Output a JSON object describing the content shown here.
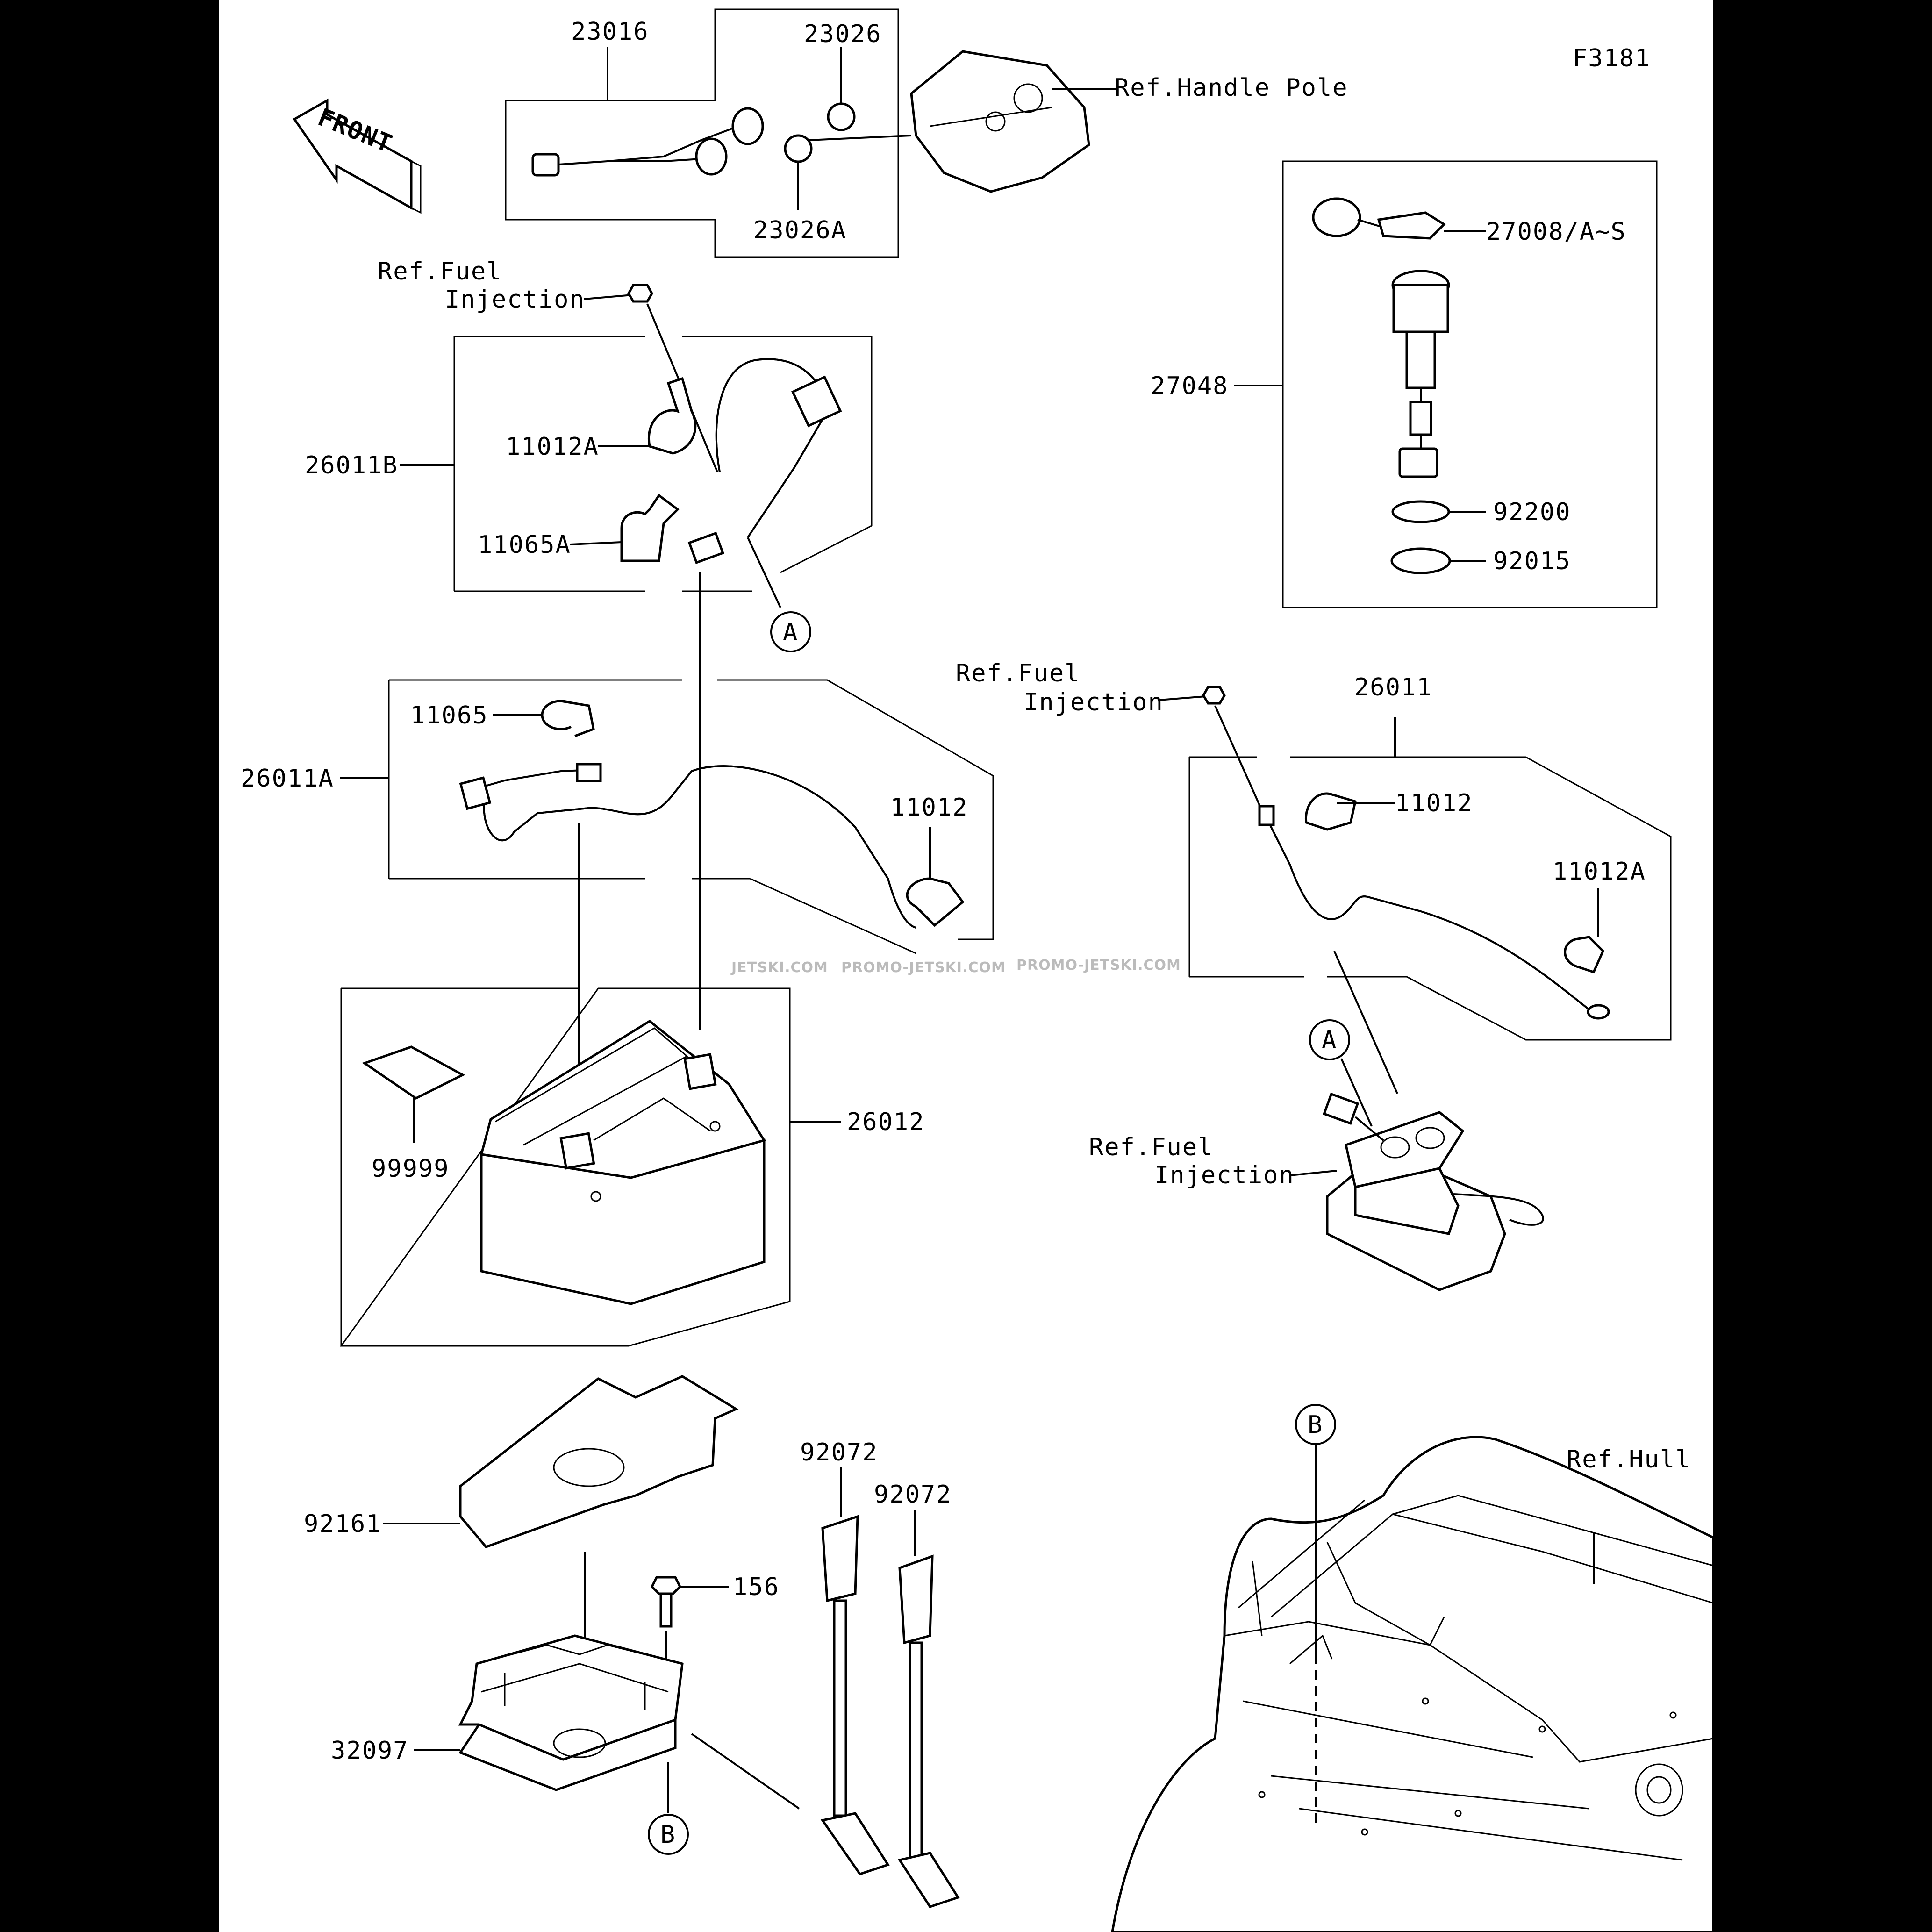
{
  "diagram": {
    "figure_code": "F3181",
    "front_arrow_label": "FRONT",
    "parts": {
      "p23016": "23016",
      "p23026": "23026",
      "p23026A": "23026A",
      "p27008": "27008/A~S",
      "p27048": "27048",
      "p92200": "92200",
      "p92015": "92015",
      "p26011B": "26011B",
      "p11012A_top": "11012A",
      "p11065A": "11065A",
      "p26011A": "26011A",
      "p11065": "11065",
      "p11012_mid": "11012",
      "p26011": "26011",
      "p11012_right": "11012",
      "p11012A_right": "11012A",
      "p26012": "26012",
      "p99999": "99999",
      "p92161": "92161",
      "p156": "156",
      "p32097": "32097",
      "p92072_a": "92072",
      "p92072_b": "92072"
    },
    "references": {
      "handle_pole": "Ref.Handle Pole",
      "fuel_inj_1_l1": "Ref.Fuel",
      "fuel_inj_1_l2": "Injection",
      "fuel_inj_2_l1": "Ref.Fuel",
      "fuel_inj_2_l2": "Injection",
      "fuel_inj_3_l1": "Ref.Fuel",
      "fuel_inj_3_l2": "Injection",
      "hull": "Ref.Hull"
    },
    "callouts": {
      "a_top": "A",
      "a_right": "A",
      "b_bottom": "B",
      "b_hull": "B"
    },
    "watermarks": {
      "w1": "JETSKI.COM",
      "w2": "PROMO-JETSKI.COM",
      "w3": "PROMO-JETSKI.COM"
    }
  }
}
